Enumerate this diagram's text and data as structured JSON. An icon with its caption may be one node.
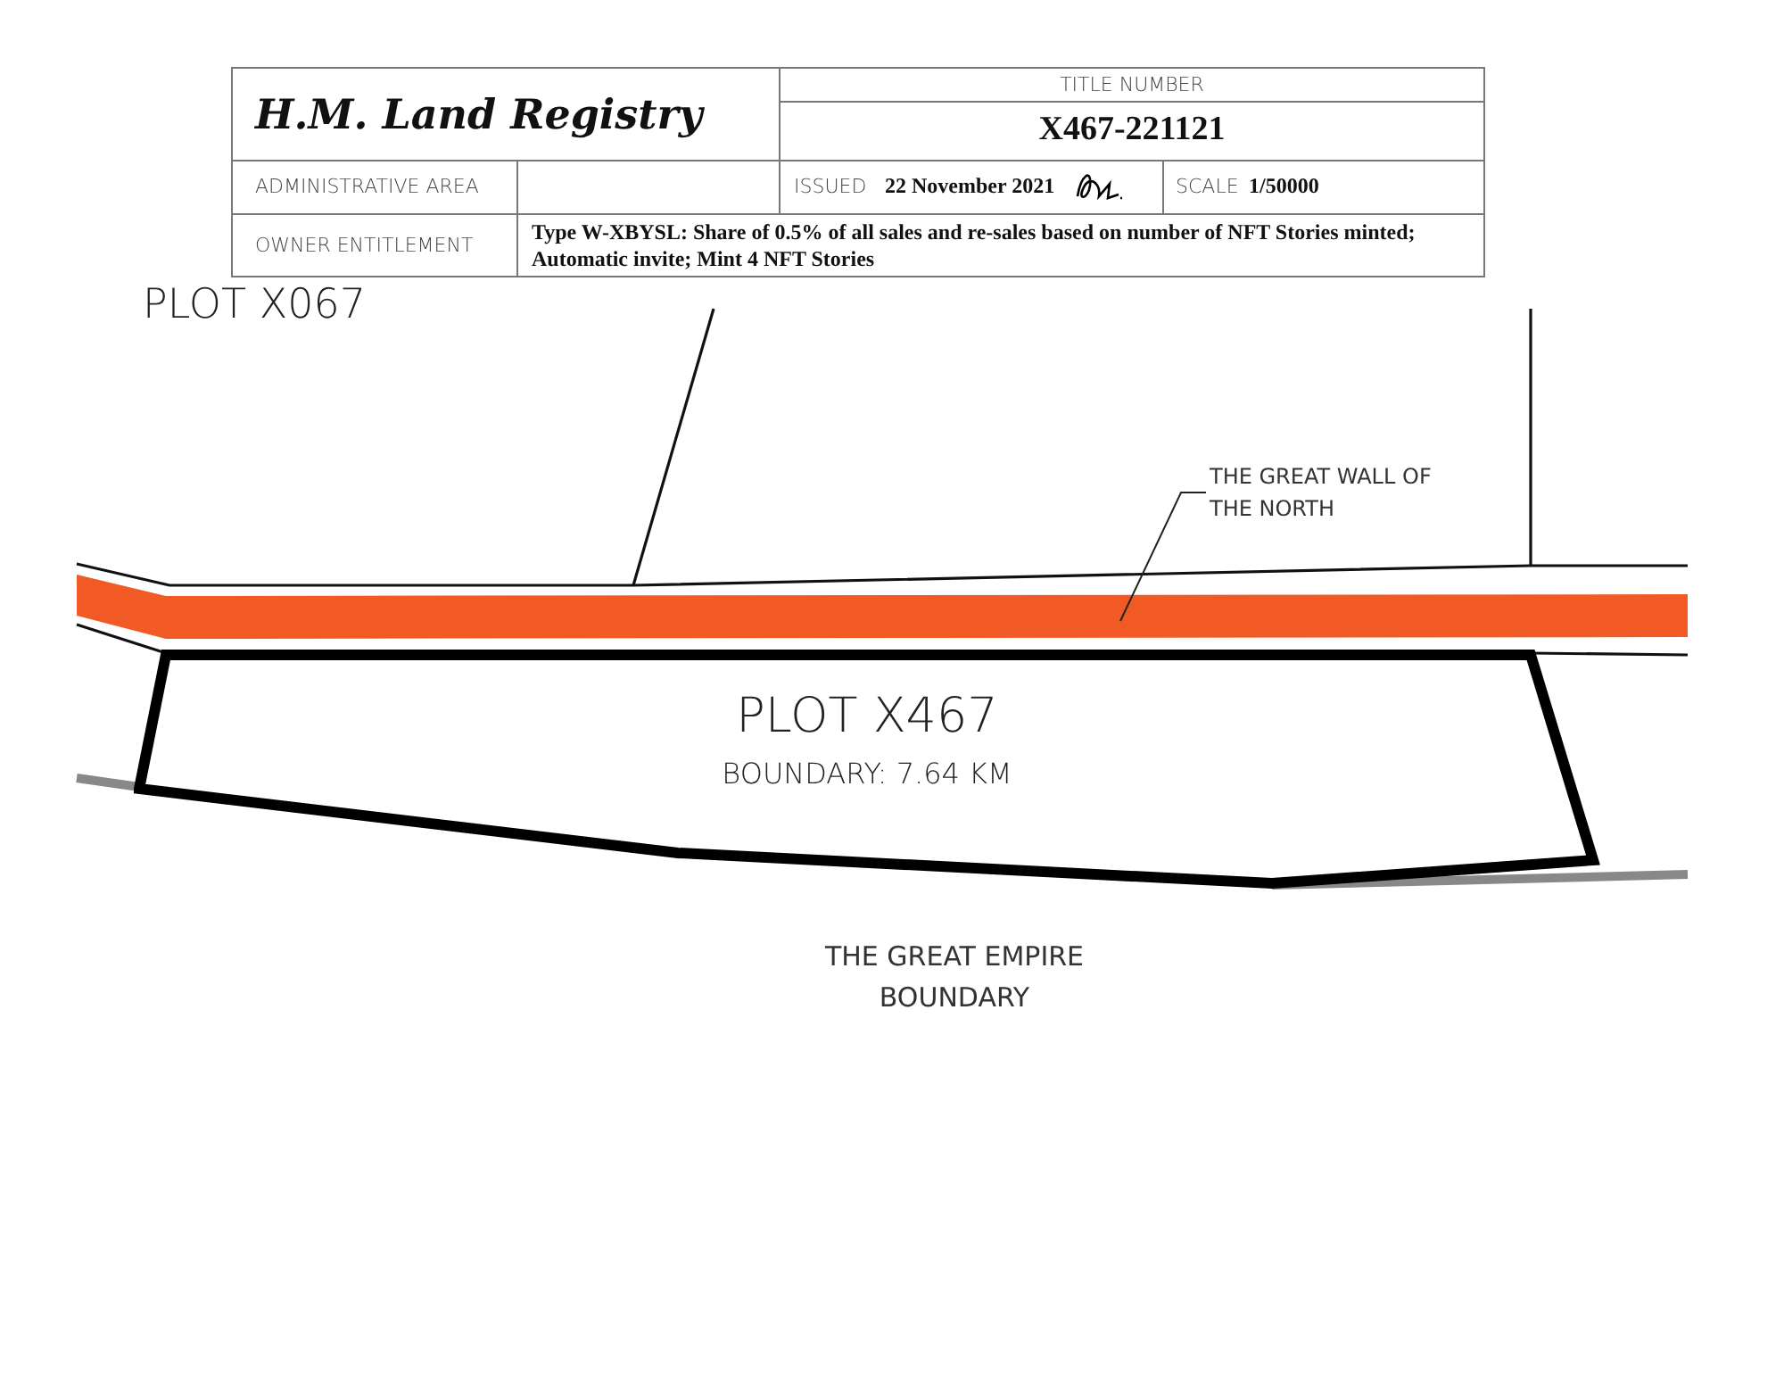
{
  "diagram": {
    "title": "H.M. Land Registry",
    "nodes": [
      {
        "text": [
          "PLOT X467",
          "BOUNDARY: 7.64 KM"
        ]
      },
      {
        "text": [
          "THE GREAT WALL OF THE NORTH"
        ]
      },
      {
        "text": [],
        "shape": "bar"
      }
    ],
    "edges": [
      {
        "from": 1,
        "to": 2,
        "arrow": "none"
      }
    ],
    "labels": [
      "TITLE NUMBER",
      "X467-221121",
      "ADMINISTRATIVE AREA",
      "ISSUED",
      "22 November 2021",
      "SCALE",
      "1/50000",
      "OWNER ENTITLEMENT",
      "Type W-XBYSL: Share of 0.5% of all sales and re-sales based on number of NFT Stories minted; Automatic invite; Mint 4 NFT Stories",
      "PLOT X067",
      "THE GREAT EMPIRE BOUNDARY"
    ]
  }
}
